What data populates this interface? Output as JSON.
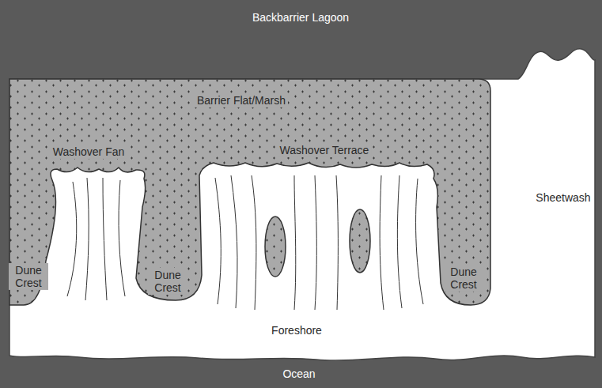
{
  "diagram": {
    "labels": [
      "Backbarrier Lagoon",
      "Barrier Flat/Marsh",
      "Washover Fan",
      "Washover Terrace",
      "Sheetwash",
      "Dune Crest",
      "Dune Crest",
      "Dune Crest",
      "Foreshore",
      "Ocean"
    ]
  }
}
